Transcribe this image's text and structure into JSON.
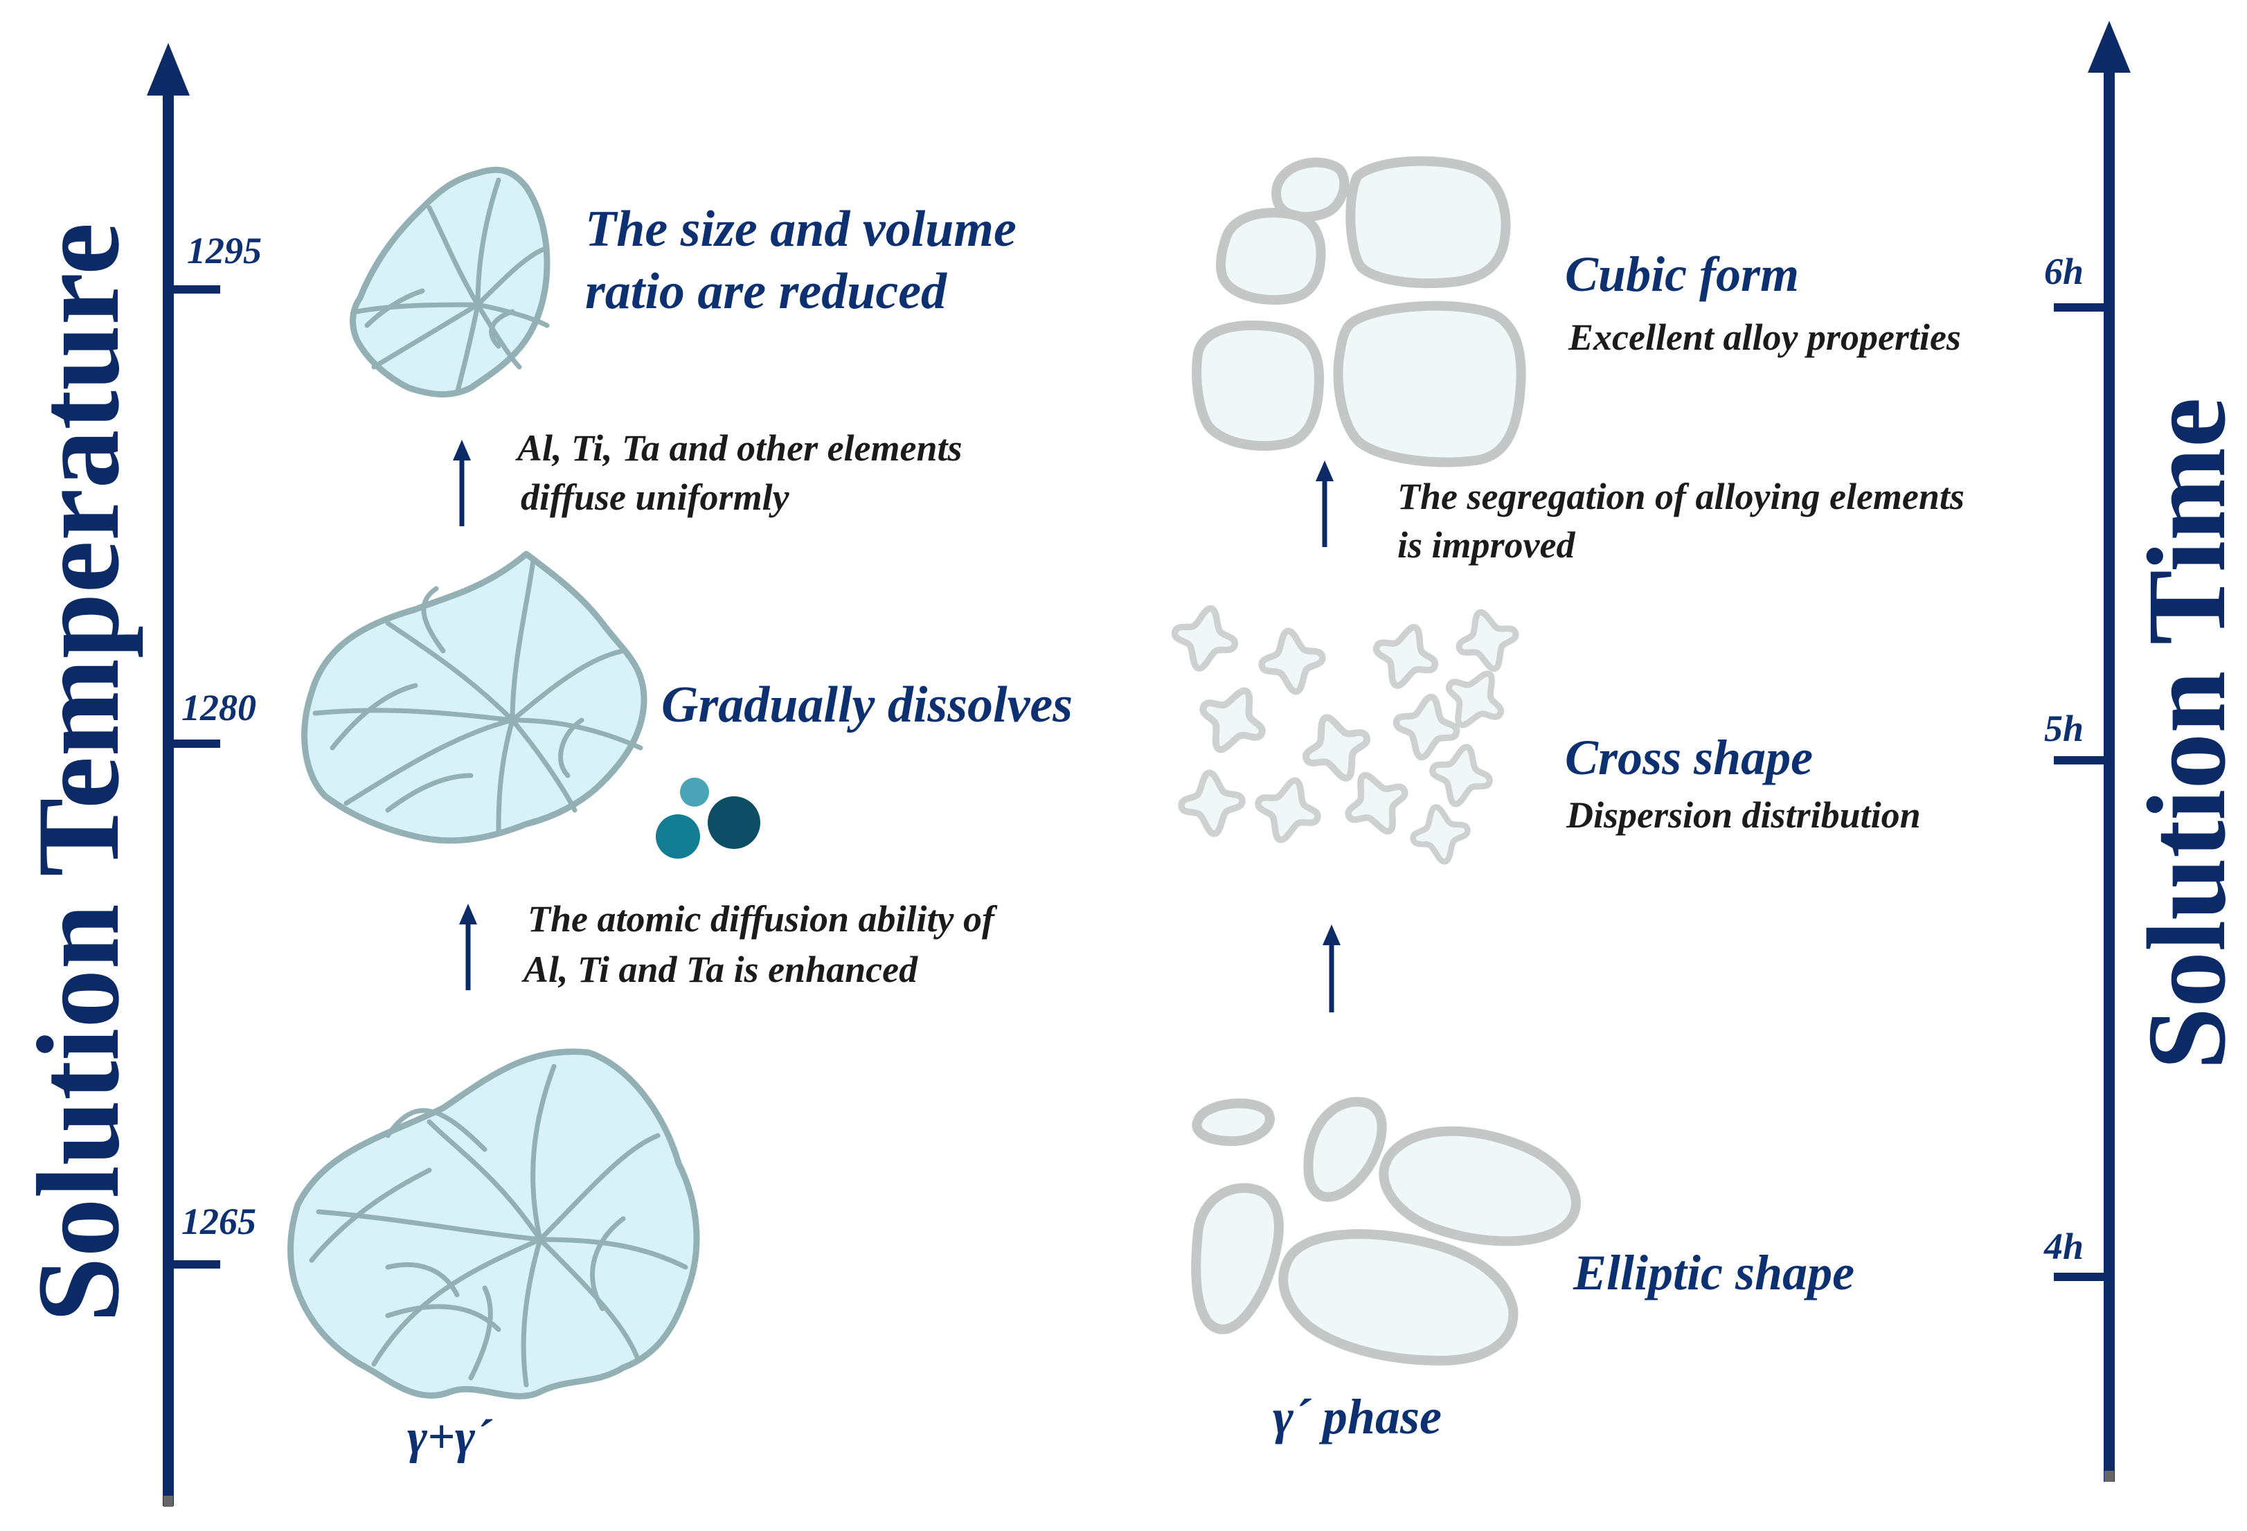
{
  "left_axis": {
    "title": "Solution Temperature",
    "ticks": [
      "1265",
      "1280",
      "1295"
    ]
  },
  "right_axis": {
    "title": "Solution Time",
    "ticks": [
      "4h",
      "5h",
      "6h"
    ]
  },
  "left_column": {
    "bottom_label": "γ+γ´",
    "stage_mid_label": "Gradually dissolves",
    "stage_top_label_line1": "The size and volume",
    "stage_top_label_line2": "ratio are reduced",
    "arrow_lower_note_line1": "The atomic diffusion ability of",
    "arrow_lower_note_line2": "Al, Ti and Ta is enhanced",
    "arrow_upper_note_line1": "Al, Ti, Ta and other elements",
    "arrow_upper_note_line2": "diffuse uniformly"
  },
  "right_column": {
    "bottom_label": "γ´ phase",
    "stage_bottom_label": "Elliptic shape",
    "stage_mid_label": "Cross shape",
    "stage_mid_sub": "Dispersion distribution",
    "stage_top_label": "Cubic form",
    "stage_top_sub": "Excellent alloy properties",
    "arrow_upper_note_line1": "The segregation of alloying elements",
    "arrow_upper_note_line2": "is improved"
  },
  "colors": {
    "axis": "#0b2a66",
    "grain_fill": "#d9f1f8",
    "grain_stroke": "#93b0b4",
    "precipitate_fill": "#eff7f7",
    "precipitate_stroke": "#c5c6c6",
    "atom_light": "#4aa3b6",
    "atom_mid": "#137d93",
    "atom_dark": "#0d4e66"
  }
}
